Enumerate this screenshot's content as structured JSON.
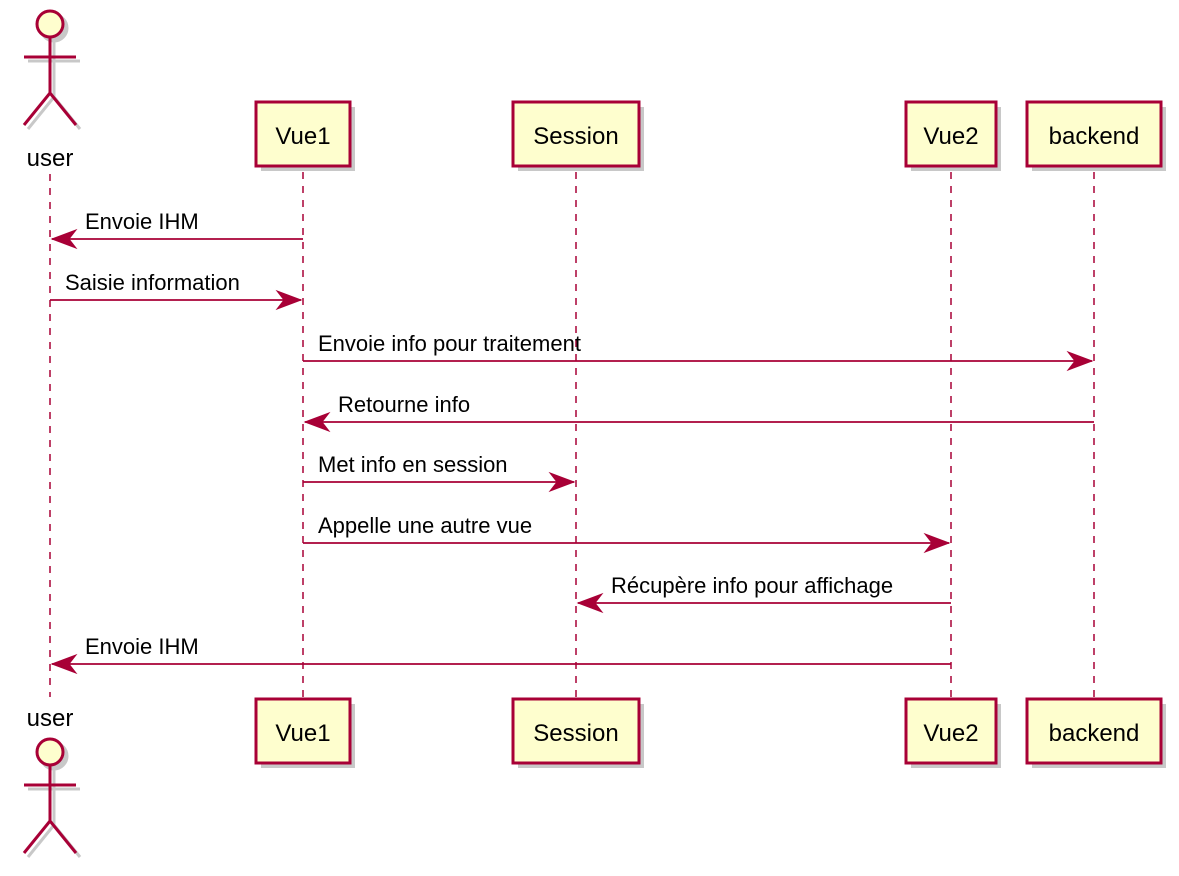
{
  "participants": [
    {
      "id": "user",
      "label": "user",
      "kind": "actor"
    },
    {
      "id": "vue1",
      "label": "Vue1",
      "kind": "participant"
    },
    {
      "id": "session",
      "label": "Session",
      "kind": "participant"
    },
    {
      "id": "vue2",
      "label": "Vue2",
      "kind": "participant"
    },
    {
      "id": "backend",
      "label": "backend",
      "kind": "participant"
    }
  ],
  "messages": [
    {
      "from": "vue1",
      "to": "user",
      "label": "Envoie IHM"
    },
    {
      "from": "user",
      "to": "vue1",
      "label": "Saisie information"
    },
    {
      "from": "vue1",
      "to": "backend",
      "label": "Envoie info pour traitement"
    },
    {
      "from": "backend",
      "to": "vue1",
      "label": "Retourne info"
    },
    {
      "from": "vue1",
      "to": "session",
      "label": "Met info en session"
    },
    {
      "from": "vue1",
      "to": "vue2",
      "label": "Appelle une autre vue"
    },
    {
      "from": "vue2",
      "to": "session",
      "label": "Récupère info pour affichage"
    },
    {
      "from": "vue2",
      "to": "user",
      "label": "Envoie IHM"
    }
  ],
  "colors": {
    "box_fill": "#FEFECE",
    "box_border": "#A80036",
    "arrow": "#A80036",
    "lifeline": "#A80036",
    "shadow": "#C8C8C8"
  }
}
